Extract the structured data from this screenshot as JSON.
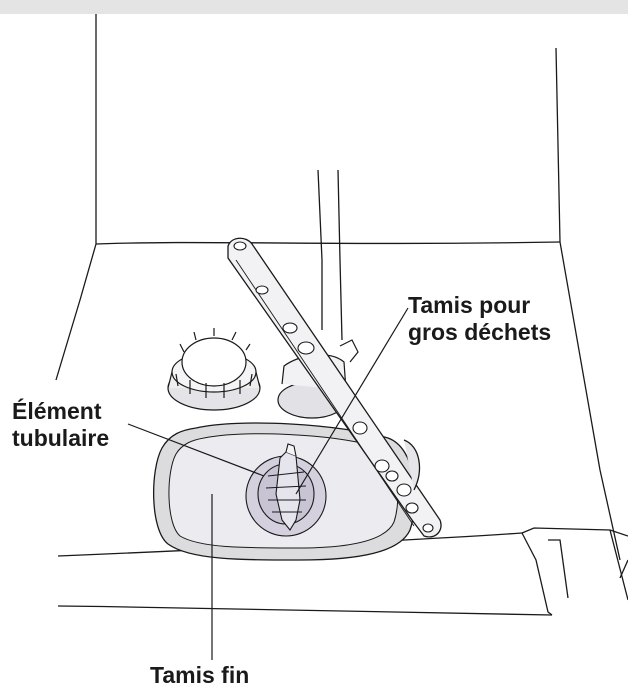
{
  "colors": {
    "line": "#1a1a1a",
    "top_band": "#e4e4e4",
    "shade_gray": "#dcdcdf",
    "shade_lilac": "#d4d0de",
    "filter_light": "#ecebef",
    "label": "#1a1a1a"
  },
  "labels": {
    "tamis_gros": {
      "line1": "Tamis pour",
      "line2": "gros déchets"
    },
    "element_tubulaire": {
      "line1": "Élément",
      "line2": "tubulaire"
    },
    "tamis_fin": "Tamis fin"
  }
}
